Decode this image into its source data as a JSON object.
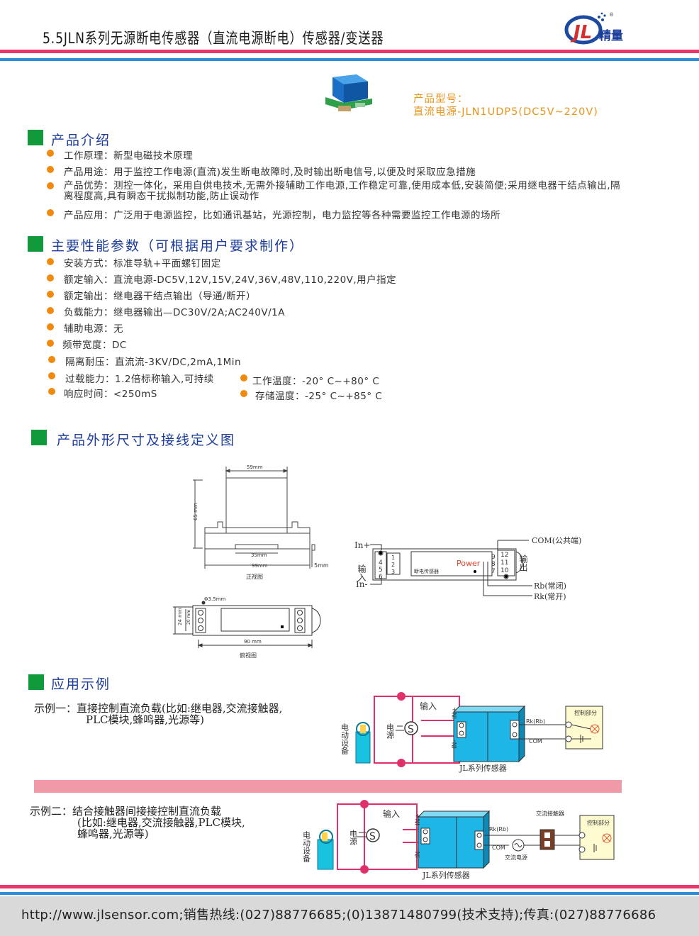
{
  "header": {
    "title": "5.5JLN系列无源断电传感器（直流电源断电）传感器/变送器",
    "brand": "精量",
    "logo_letters": "JL",
    "registered": "®"
  },
  "product": {
    "model_label": "产品型号：",
    "model_value": "直流电源-JLN1UDP5(DC5V~220V)"
  },
  "intro": {
    "title": "产品介绍",
    "items": [
      "工作原理：新型电磁技术原理",
      "产品用途：用于监控工作电源(直流)发生断电故障时,及时输出断电信号,以便及时采取应急措施",
      "产品优势：测控一体化，采用自供电技术,无需外接辅助工作电源,工作稳定可靠,使用成本低,安装简便;采用继电器干结点输出,隔离程度高,具有瞬态干扰拟制功能,防止误动作",
      "产品应用：广泛用于电源监控，比如通讯基站，光源控制，电力监控等各种需要监控工作电源的场所"
    ]
  },
  "params": {
    "title": "主要性能参数（可根据用户要求制作）",
    "items": [
      "安装方式：标准导轨+平面螺钉固定",
      "额定输入：直流电源-DC5V,12V,15V,24V,36V,48V,110,220V,用户指定",
      "额定输出：继电器干结点输出（导通/断开）",
      "负载能力：继电器输出—DC30V/2A;AC240V/1A",
      "辅助电源：无",
      "频带宽度：DC",
      "隔离耐压：直流流-3KV/DC,2mA,1Min",
      "过载能力：1.2倍标称输入,可持续",
      "响应时间：<250mS"
    ],
    "items_right": [
      "工作温度：-20° C~+80° C",
      "存储温度：-25° C~+85° C"
    ]
  },
  "dims": {
    "title": "产品外形尺寸及接线定义图",
    "front_width": "59mm",
    "front_height": "65 mm",
    "rail_width": "35mm",
    "base_width": "99mm",
    "rail_offset": "5mm",
    "front_caption": "正视图",
    "hole": "Φ3.5mm",
    "top_height_outer": "24 mm",
    "top_height_inner": "20 mm",
    "top_width": "90 mm",
    "top_caption": "俯视图"
  },
  "wiring": {
    "in_plus": "In+",
    "in_minus": "In-",
    "input_label": "输入",
    "output_label": "输出",
    "left_pins": [
      "4",
      "5",
      "6"
    ],
    "left_pins2": [
      "1",
      "2",
      "3"
    ],
    "right_pins": [
      "9",
      "8",
      "7"
    ],
    "right_pins2": [
      "12",
      "11",
      "10"
    ],
    "device_label": "断电传感器",
    "power": "Power",
    "com": "COM(公共端)",
    "rb": "Rb(常闭)",
    "rk": "Rk(常开)"
  },
  "app": {
    "title": "应用示例",
    "example1_text": "示例一：直接控制直流负载(比如:继电器,交流接触器,",
    "example1_text2": "PLC模块,蜂鸣器,光源等)",
    "example2_text": "示例二：结合接触器间接接控制直流负载",
    "example2_text2": "(比如:继电器,交流接触器,PLC模块,",
    "example2_text3": "蜂鸣器,光源等)",
    "motor_label": "电动设备",
    "power_label": "电源",
    "source_symbol": "S",
    "input_label": "输入",
    "in_plus": "IN+",
    "in_minus": "IN-",
    "rk_rb": "Rk(Rb)",
    "rk_rb2": "Rk(Rb)",
    "com": "COM",
    "control": "控制部分",
    "sensor_caption": "JL系列传感器",
    "contactor": "交流接触器",
    "ac_source": "交流电源"
  },
  "footer": {
    "text": "http://www.jlsensor.com;销售热线:(027)88776685;(0)13871480799(技术支持);传真:(027)88776686"
  },
  "colors": {
    "accent_red": "#e8386b",
    "accent_blue": "#2a8fd8",
    "section_green": "#119a3c",
    "bullet_orange": "#f0890e",
    "title_blue": "#1c3c9a",
    "model_orange": "#e8951a",
    "device_cyan": "#1eb6e6"
  }
}
